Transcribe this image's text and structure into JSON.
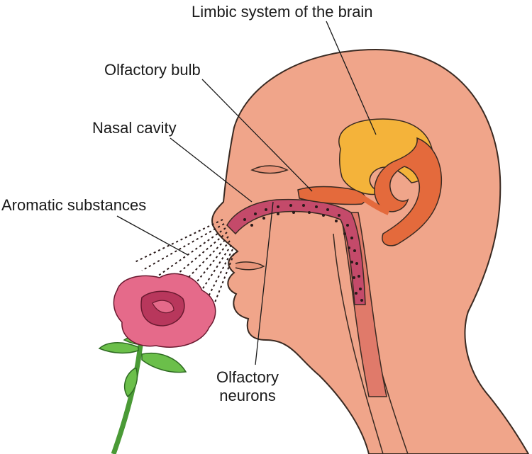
{
  "labels": {
    "limbic": "Limbic system of the brain",
    "bulb": "Olfactory bulb",
    "nasal": "Nasal cavity",
    "aromatic": "Aromatic substances",
    "neurons_line1": "Olfactory",
    "neurons_line2": "neurons"
  },
  "colors": {
    "skin": "#f0a58a",
    "skin_shadow": "#e08a6f",
    "outline": "#3a2a22",
    "limbic_yellow": "#f4b33a",
    "limbic_orange": "#e46a3c",
    "nasal_passage": "#c44a6a",
    "rose_petal": "#e56a8a",
    "rose_dark": "#b8375c",
    "leaf": "#6bbf4a",
    "stem": "#4a9a36"
  }
}
